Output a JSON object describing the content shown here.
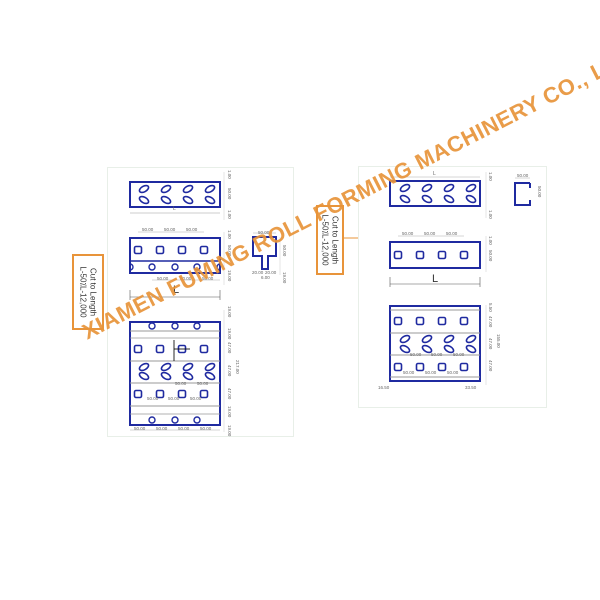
{
  "left_panel": {
    "label": {
      "line1": "Cut to Length",
      "line2": "L-50⁒L-12,000"
    },
    "top_plate": {
      "length_label": "L",
      "dims_right": [
        "1.00",
        "50.00",
        "1.00"
      ]
    },
    "channel_plate": {
      "dims_top": [
        "50.00",
        "50.00",
        "50.00"
      ],
      "dims_bottom": [
        "50.00",
        "50.00",
        "50.00"
      ],
      "length_label": "L",
      "dims_right": [
        "1.00",
        "50.00",
        "19.00"
      ]
    },
    "section": {
      "width": "50.00",
      "height": "50.00",
      "flange_left": "20.00",
      "flange_right": "20.00",
      "gap": "6.00",
      "lip": "19.00"
    },
    "flat_pattern": {
      "dims_right": [
        "19.00",
        "19.00",
        "47.00",
        "47.00",
        "47.00",
        "19.00",
        "19.00"
      ],
      "total": "217.00",
      "dims_inner": [
        "50.00",
        "50.00",
        "50.00",
        "50.00",
        "50.00"
      ],
      "dims_bottom": [
        "50.00",
        "50.00",
        "50.00",
        "50.00"
      ]
    }
  },
  "right_panel": {
    "label": {
      "line1": "Cut to Length",
      "line2": "L-50⁒L-12,000"
    },
    "top_plate": {
      "length_label": "L",
      "dims_right": [
        "1.00",
        "1.00"
      ]
    },
    "channel_plate": {
      "dims_top": [
        "50.00",
        "50.00",
        "50.00"
      ],
      "length_label": "L",
      "dims_right": [
        "1.00",
        "50.00"
      ]
    },
    "section": {
      "width": "50.00",
      "height": "50.00"
    },
    "flat_pattern": {
      "dims_right": [
        "5.50",
        "47.00",
        "47.00",
        "47.00"
      ],
      "total": "155.00",
      "dims_inner": [
        "50.00",
        "50.00",
        "50.00",
        "50.00",
        "50.00",
        "50.00"
      ],
      "dims_bottom_left": "16.50",
      "dims_bottom_right": "33.50"
    }
  },
  "watermark": "XIAMEN FUMING ROLL FORMING MACHINERY CO., LTD.",
  "colors": {
    "line": "#1f2aa0",
    "accent": "#e8943a",
    "frame": "#e8efe8"
  }
}
